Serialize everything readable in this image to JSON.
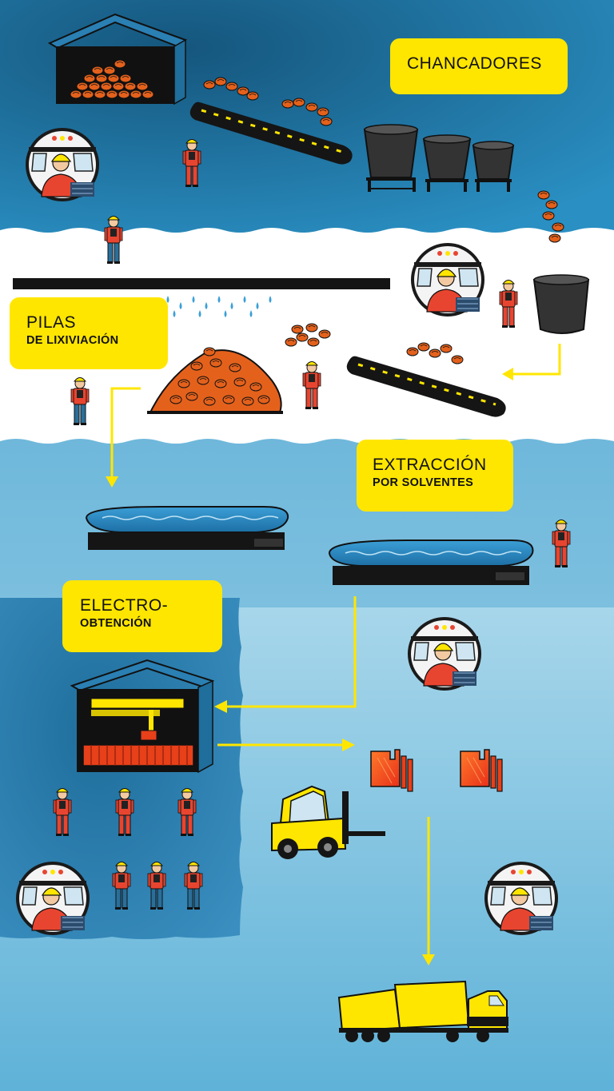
{
  "labels": {
    "chancadores": {
      "line1": "CHANCADORES"
    },
    "pilas": {
      "line1": "PILAS",
      "line2": "DE LIXIVIACIÓN"
    },
    "extraccion": {
      "line1": "EXTRACCIÓN",
      "line2": "POR SOLVENTES"
    },
    "electro": {
      "line1": "ELECTRO-",
      "line2": "OBTENCIÓN"
    }
  },
  "colors": {
    "dark_blue": "#1f7fae",
    "deep_blue": "#15567d",
    "white": "#ffffff",
    "light_blue": "#79bfe0",
    "pale_blue": "#a7d6ea",
    "yellow": "#ffe600",
    "ore": "#e4611c",
    "cathode": "#ef4a1a",
    "black": "#151515"
  },
  "icons": [
    "warehouse-icon",
    "conveyor-icon",
    "crusher-icon",
    "worker-icon",
    "operator-icon",
    "pool-icon",
    "cathode-icon",
    "forklift-icon",
    "truck-icon",
    "arrow-icon"
  ]
}
